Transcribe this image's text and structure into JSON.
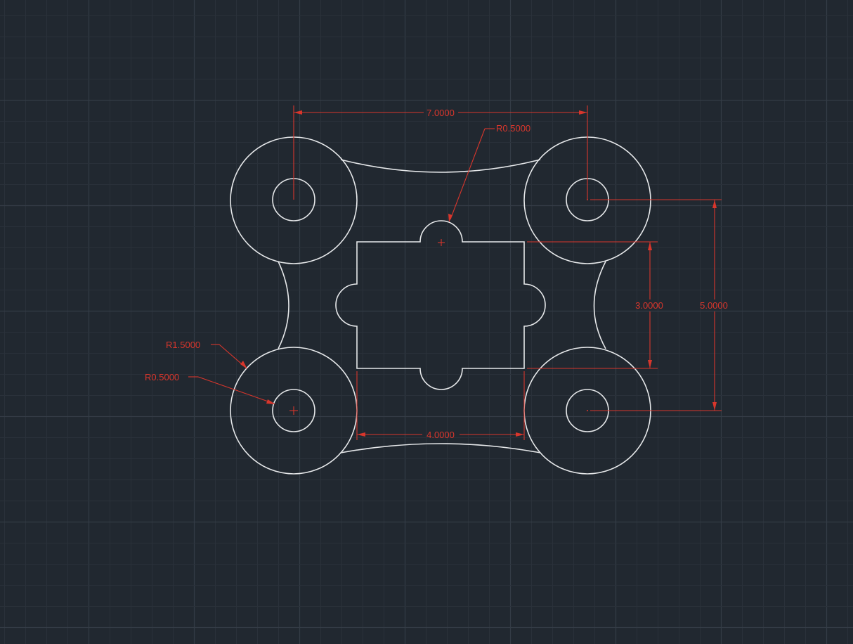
{
  "drawing": {
    "colors": {
      "background": "#212830",
      "geometry": "#e6e8ea",
      "dimension": "#d8362c",
      "grid_minor": "#2a313a",
      "grid_major": "#343c46"
    },
    "dimensions": {
      "top_width": "7.0000",
      "bottom_width": "4.0000",
      "inner_height": "3.0000",
      "outer_height": "5.0000",
      "slot_radius": "R0.5000",
      "outer_radius": "R1.5000",
      "hole_radius": "R0.5000"
    }
  }
}
